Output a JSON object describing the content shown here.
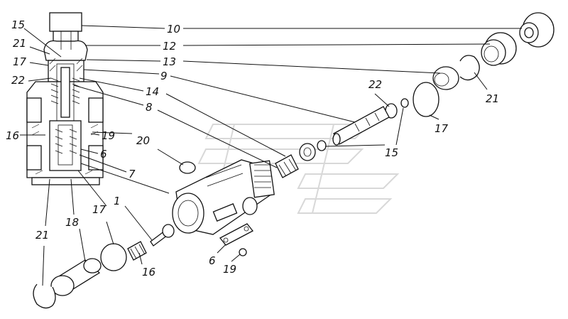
{
  "diagram": {
    "callouts": [
      {
        "id": "c10a",
        "text": "10"
      },
      {
        "id": "c12a",
        "text": "12"
      },
      {
        "id": "c13a",
        "text": "13"
      },
      {
        "id": "c9a",
        "text": "9"
      },
      {
        "id": "c14a",
        "text": "14"
      },
      {
        "id": "c8a",
        "text": "8"
      },
      {
        "id": "c15a",
        "text": "15"
      },
      {
        "id": "c21a",
        "text": "21"
      },
      {
        "id": "c17a",
        "text": "17"
      },
      {
        "id": "c22a",
        "text": "22"
      },
      {
        "id": "c16a",
        "text": "16"
      },
      {
        "id": "c19a",
        "text": "19"
      },
      {
        "id": "c6a",
        "text": "6"
      },
      {
        "id": "c20a",
        "text": "20"
      },
      {
        "id": "c7a",
        "text": "7"
      },
      {
        "id": "c1a",
        "text": "1"
      },
      {
        "id": "c17b",
        "text": "17"
      },
      {
        "id": "c18a",
        "text": "18"
      },
      {
        "id": "c21b",
        "text": "21"
      },
      {
        "id": "c16b",
        "text": "16"
      },
      {
        "id": "c6b",
        "text": "6"
      },
      {
        "id": "c19b",
        "text": "19"
      },
      {
        "id": "c22b",
        "text": "22"
      },
      {
        "id": "c15b",
        "text": "15"
      },
      {
        "id": "c17c",
        "text": "17"
      },
      {
        "id": "c21c",
        "text": "21"
      }
    ]
  }
}
